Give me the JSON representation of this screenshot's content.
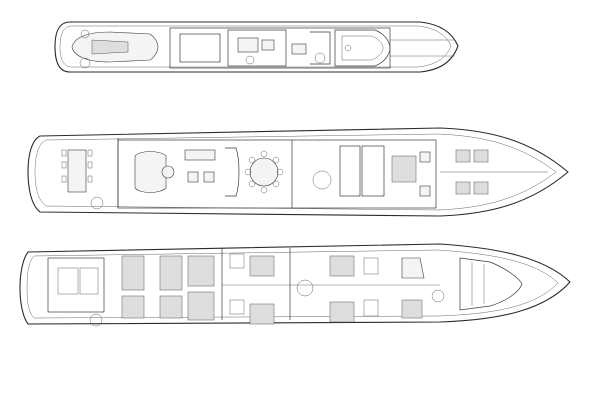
{
  "drawing": {
    "subject": "yacht-deck-plans",
    "decks": [
      {
        "id": "upper-deck"
      },
      {
        "id": "main-deck"
      },
      {
        "id": "lower-deck"
      }
    ]
  },
  "colors": {
    "background": "#ffffff",
    "line": "#2b2b2b",
    "bed_fill": "#dedede"
  }
}
